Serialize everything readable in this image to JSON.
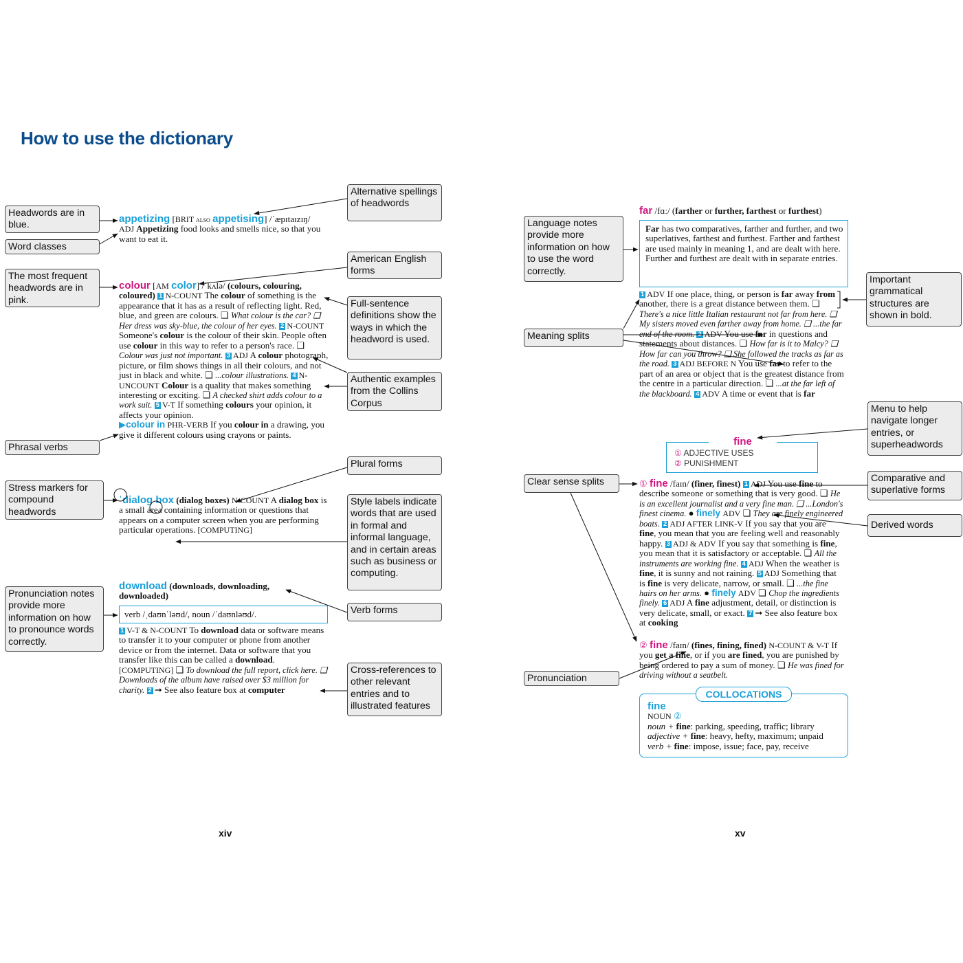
{
  "page_title": "How to use the dictionary",
  "page_numbers": {
    "left": "xiv",
    "right": "xv"
  },
  "callouts": {
    "alt_spellings": "Alternative spellings of headwords",
    "headwords_blue": "Headwords are in blue.",
    "word_classes": "Word classes",
    "american_forms": "American English forms",
    "frequent_pink": "The most frequent headwords are in pink.",
    "full_sentence": "Full-sentence definitions show the ways in which the headword is used.",
    "authentic": "Authentic examples from the Collins Corpus",
    "phrasal_verbs": "Phrasal verbs",
    "plural_forms": "Plural forms",
    "stress_markers": "Stress markers for compound headwords",
    "style_labels": "Style labels indicate words that are used in formal and informal language, and in certain areas such as business or computing.",
    "pronunciation_notes": "Pronunciation notes provide more information on how to pronounce words correctly.",
    "verb_forms": "Verb forms",
    "cross_refs": "Cross-references to other relevant entries and to illustrated features",
    "language_notes": "Language notes provide more information on how to use the word correctly.",
    "grammatical": "Important grammatical structures are shown in bold.",
    "meaning_splits": "Meaning splits",
    "menu_help": "Menu to help navigate longer entries, or superheadwords",
    "clear_sense": "Clear sense splits",
    "comparative": "Comparative and superlative forms",
    "derived": "Derived words",
    "pronunciation": "Pronunciation"
  },
  "entries": {
    "appetizing": {
      "headword": "appetizing",
      "variant_label": "BRIT also",
      "variant": "appetising",
      "pron": "/ˈæpɪtaɪzɪŋ/",
      "pos": "ADJ",
      "bold": "Appetizing",
      "def": "food looks and smells nice, so that you want to eat it."
    },
    "colour": {
      "headword": "colour",
      "am_label": "AM",
      "am": "color",
      "pron": "/ˈkʌlə/",
      "forms": "(colours, colouring, coloured)",
      "s1_label": "N-COUNT",
      "s1_pre": "The",
      "s1_bold": "colour",
      "s1_def": "of something is the appearance that it has as a result of reflecting light. Red, blue, and green are colours.",
      "s1_ex": "What colour is the car? ❑ Her dress was sky-blue, the colour of her eyes.",
      "s2_label": "N-COUNT",
      "s2_pre": "Someone's",
      "s2_bold": "colour",
      "s2_mid": "is the colour of their skin. People often use",
      "s2_bold2": "colour",
      "s2_def": "in this way to refer to a person's race.",
      "s2_ex": "Colour was just not important.",
      "s3_label": "ADJ",
      "s3_pre": "A",
      "s3_bold": "colour",
      "s3_def": "photograph, picture, or film shows things in all their colours, and not just in black and white.",
      "s3_ex": "...colour illustrations.",
      "s4_label": "N-UNCOUNT",
      "s4_bold": "Colour",
      "s4_def": "is a quality that makes something interesting or exciting.",
      "s4_ex": "A checked shirt adds colour to a work suit.",
      "s5_label": "V-T",
      "s5_pre": "If something",
      "s5_bold": "colours",
      "s5_def": "your opinion, it affects your opinion.",
      "pv_head": "colour in",
      "pv_label": "PHR-VERB",
      "pv_pre": "If you",
      "pv_bold": "colour in",
      "pv_def": "a drawing, you give it different colours using crayons or paints."
    },
    "dialog_box": {
      "headword": "ˈdialog box",
      "plural": "(dialog boxes)",
      "label": "N-COUNT",
      "pre": "A",
      "bold": "dialog box",
      "def": "is a small area containing information or questions that appears on a computer screen when you are performing particular operations.",
      "style": "[COMPUTING]"
    },
    "download": {
      "headword": "download",
      "forms": "(downloads, downloading, downloaded)",
      "pron_note": "verb /ˌdaʊnˈləʊd/, noun /ˈdaʊnləʊd/.",
      "label": "V-T & N-COUNT",
      "pre": "To",
      "bold": "download",
      "def": "data or software means to transfer it to your computer or phone from another device or from the internet. Data or software that you transfer like this can be called a",
      "bold2": "download",
      "style": "[COMPUTING]",
      "ex": "To download the full report, click here. ❑ Downloads of the album have raised over $3 million for charity.",
      "xref": "➞ See also feature box at",
      "xref_bold": "computer"
    },
    "far": {
      "headword": "far",
      "pron": "/fɑː/",
      "forms_html_1": "farther",
      "forms_or": "or",
      "forms_html_2": "further, farthest",
      "forms_html_3": "furthest",
      "note": "has two comparatives, farther and further, and two superlatives, farthest and furthest. Farther and farthest are used mainly in meaning 1, and are dealt with here. Further and furthest are dealt with in separate entries.",
      "note_head": "Far",
      "s1_label": "ADV",
      "s1_def": "If one place, thing, or person is",
      "s1_bold": "far",
      "s1_def2": "away",
      "s1_bold2": "from",
      "s1_def3": "another, there is a great distance between them.",
      "s1_ex": "There's a nice little Italian restaurant not far from here. ❑ My sisters moved even farther away from home. ❑ ...the far end of the room.",
      "s2_label": "ADV",
      "s2_def": "You use",
      "s2_bold": "far",
      "s2_def2": "in questions and statements about distances.",
      "s2_ex": "How far is it to Malcy? ❑ How far can you throw? ❑ She followed the tracks as far as the road.",
      "s3_label": "ADJ BEFORE N",
      "s3_def": "You use",
      "s3_bold": "far",
      "s3_def2": "to refer to the part of an area or object that is the greatest distance from the centre in a particular direction.",
      "s3_ex": "...at the far left of the blackboard.",
      "s4_label": "ADV",
      "s4_def": "A time or event that is",
      "s4_bold": "far"
    },
    "fine_menu": {
      "title": "fine",
      "item1": "ADJECTIVE USES",
      "item2": "PUNISHMENT",
      "n1": "①",
      "n2": "②"
    },
    "fine1": {
      "circ": "①",
      "headword": "fine",
      "pron": "/faɪn/",
      "forms": "(finer, finest)",
      "s1_label": "ADJ",
      "s1_def": "You use",
      "s1_bold": "fine",
      "s1_def2": "to describe someone or something that is very good.",
      "s1_ex": "He is an excellent journalist and a very fine man. ❑ ...London's finest cinema.",
      "derived1": "finely",
      "derived1_label": "ADV",
      "derived1_ex": "They are finely engineered boats.",
      "s2_label": "ADJ AFTER LINK-V",
      "s2_def": "If you say that you are",
      "s2_bold": "fine",
      "s2_def2": ", you mean that you are feeling well and reasonably happy.",
      "s3_label": "ADJ & ADV",
      "s3_def": "If you say that something is",
      "s3_bold": "fine",
      "s3_def2": ", you mean that it is satisfactory or acceptable.",
      "s3_ex": "All the instruments are working fine.",
      "s4_label": "ADJ",
      "s4_def": "When the weather is",
      "s4_bold": "fine",
      "s4_def2": ", it is sunny and not raining.",
      "s5_label": "ADJ",
      "s5_def": "Something that is",
      "s5_bold": "fine",
      "s5_def2": "is very delicate, narrow, or small.",
      "s5_ex": "...the fine hairs on her arms.",
      "derived2": "finely",
      "derived2_label": "ADV",
      "derived2_ex": "Chop the ingredients finely.",
      "s6_label": "ADJ",
      "s6_def": "A",
      "s6_bold": "fine",
      "s6_def2": "adjustment, detail, or distinction is very delicate, small, or exact.",
      "s7_def": "➞ See also feature box at",
      "s7_bold": "cooking"
    },
    "fine2": {
      "circ": "②",
      "headword": "fine",
      "pron": "/faɪn/",
      "forms": "(fines, fining, fined)",
      "label": "N-COUNT & V-T",
      "def": "If you",
      "bold1": "get",
      "bold2": "a fine",
      "def2": ", or if you",
      "bold3": "are fined",
      "def3": ", you are punished by being ordered to pay a sum of money.",
      "ex": "He was fined for driving without a seatbelt."
    },
    "collocations": {
      "label": "COLLOCATIONS",
      "headword": "fine",
      "pos": "NOUN",
      "circ": "②",
      "l1_label": "noun +",
      "l1_bold": "fine",
      "l1_text": ": parking, speeding, traffic; library",
      "l2_label": "adjective +",
      "l2_bold": "fine",
      "l2_text": ": heavy, hefty, maximum; unpaid",
      "l3_label": "verb +",
      "l3_bold": "fine",
      "l3_text": ": impose, issue; face, pay, receive"
    }
  }
}
